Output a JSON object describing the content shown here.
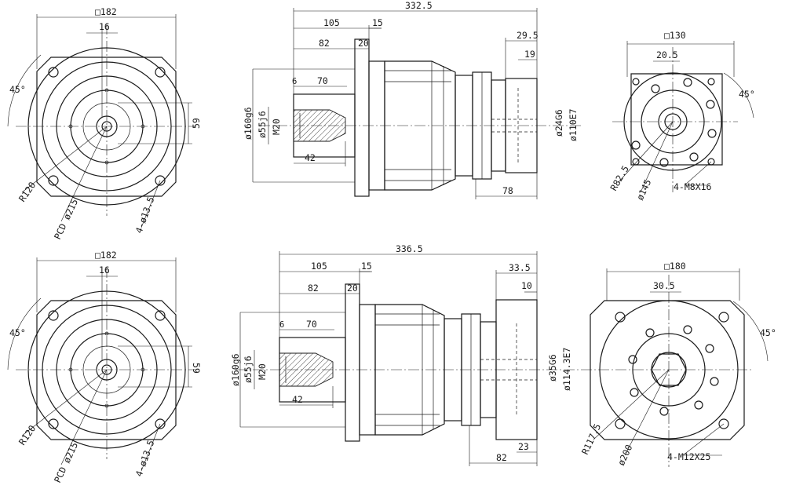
{
  "top_row": {
    "front_view": {
      "square": "□182",
      "shaft_offset": "16",
      "angle": "45°",
      "key_width": "59",
      "radius": "R120",
      "pcd": "PCD ø215",
      "holes": "4-ø13.5"
    },
    "side_view": {
      "total_length": "332.5",
      "len_105": "105",
      "len_15": "15",
      "len_82": "82",
      "len_20": "20",
      "len_29_5": "29.5",
      "len_19": "19",
      "len_6": "6",
      "len_70": "70",
      "len_42": "42",
      "len_78": "78",
      "dia_flange": "ø160g6",
      "dia_shaft": "ø55j6",
      "thread": "M20",
      "dia_input": "ø24G6",
      "dia_pilot": "ø110E7"
    },
    "input_view": {
      "square": "□130",
      "offset": "20.5",
      "angle": "45°",
      "radius": "R82.5",
      "dia": "ø145",
      "holes": "4-M8X16"
    }
  },
  "bottom_row": {
    "front_view": {
      "square": "□182",
      "shaft_offset": "16",
      "angle": "45°",
      "key_width": "59",
      "radius": "R120",
      "pcd": "PCD ø215",
      "holes": "4-ø13.5"
    },
    "side_view": {
      "total_length": "336.5",
      "len_105": "105",
      "len_15": "15",
      "len_82": "82",
      "len_20": "20",
      "len_33_5": "33.5",
      "len_10": "10",
      "len_6": "6",
      "len_70": "70",
      "len_42": "42",
      "len_82b": "82",
      "len_23": "23",
      "dia_flange": "ø160g6",
      "dia_shaft": "ø55j6",
      "thread": "M20",
      "dia_input": "ø35G6",
      "dia_pilot": "ø114.3E7"
    },
    "input_view": {
      "square": "□180",
      "offset": "30.5",
      "angle": "45°",
      "radius": "R117.5",
      "dia": "ø200",
      "holes": "4-M12X25"
    }
  }
}
